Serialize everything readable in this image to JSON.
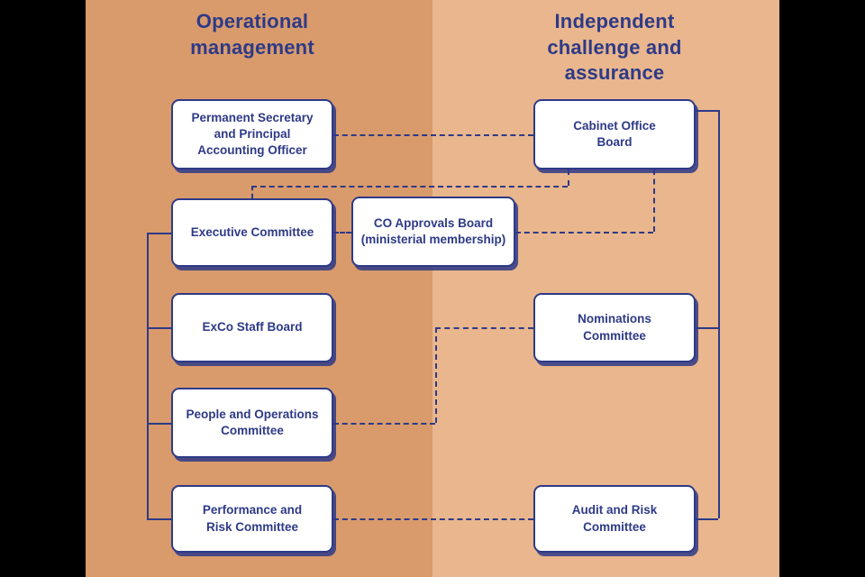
{
  "columns": {
    "left": {
      "title": "Operational\nmanagement",
      "background": "#d99b6c"
    },
    "right": {
      "title": "Independent\nchallenge and\nassurance",
      "background": "#e9b68d"
    }
  },
  "colors": {
    "navy": "#2e3a87",
    "box_fill": "#ffffff",
    "letterbox": "#000000"
  },
  "boxes": {
    "permanent_secretary": {
      "label": "Permanent Secretary\nand Principal\nAccounting Officer"
    },
    "executive_committee": {
      "label": "Executive Committee"
    },
    "co_approvals_board": {
      "label": "CO Approvals Board\n(ministerial membership)"
    },
    "exco_staff_board": {
      "label": "ExCo Staff Board"
    },
    "people_operations": {
      "label": "People and Operations\nCommittee"
    },
    "performance_risk": {
      "label": "Performance and\nRisk Committee"
    },
    "cabinet_office_board": {
      "label": "Cabinet Office\nBoard"
    },
    "nominations_committee": {
      "label": "Nominations\nCommittee"
    },
    "audit_risk_committee": {
      "label": "Audit and Risk\nCommittee"
    }
  },
  "connections": [
    {
      "from": "Permanent Secretary and Principal Accounting Officer",
      "to": "Cabinet Office Board",
      "style": "dashed"
    },
    {
      "from": "Cabinet Office Board",
      "to": "Executive Committee",
      "style": "dashed"
    },
    {
      "from": "Cabinet Office Board",
      "to": "CO Approvals Board (ministerial membership)",
      "style": "dashed"
    },
    {
      "from": "Executive Committee",
      "to": "CO Approvals Board (ministerial membership)",
      "style": "dashed"
    },
    {
      "from": "People and Operations Committee",
      "to": "Nominations Committee",
      "style": "dashed"
    },
    {
      "from": "Performance and Risk Committee",
      "to": "Audit and Risk Committee",
      "style": "dashed"
    },
    {
      "from": "Executive Committee",
      "to": "ExCo Staff Board",
      "style": "solid"
    },
    {
      "from": "Executive Committee",
      "to": "People and Operations Committee",
      "style": "solid"
    },
    {
      "from": "Executive Committee",
      "to": "Performance and Risk Committee",
      "style": "solid"
    },
    {
      "from": "Cabinet Office Board",
      "to": "Nominations Committee",
      "style": "solid"
    },
    {
      "from": "Cabinet Office Board",
      "to": "Audit and Risk Committee",
      "style": "solid"
    }
  ]
}
